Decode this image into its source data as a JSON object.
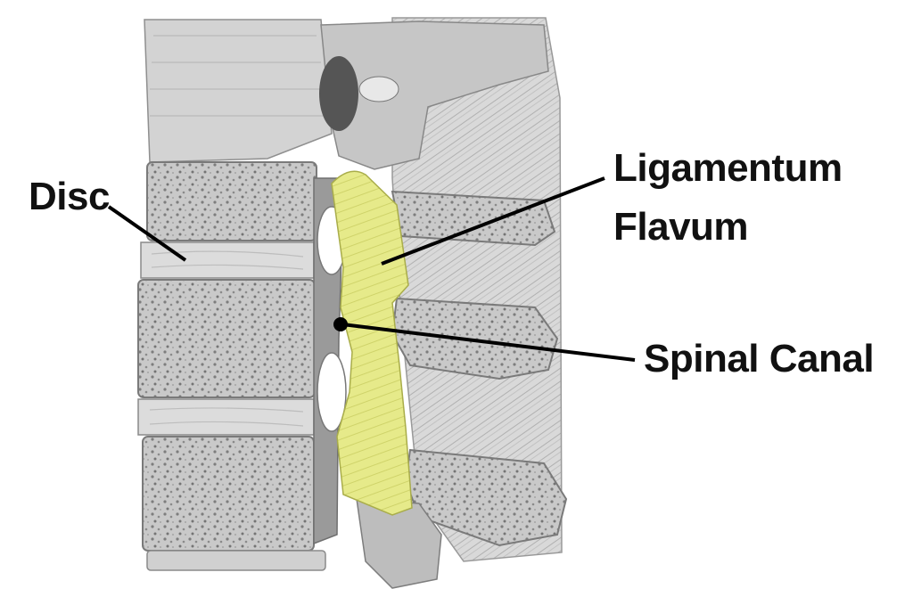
{
  "labels": {
    "disc": "Disc",
    "ligamentum_line1": "Ligamentum",
    "ligamentum_line2": "Flavum",
    "spinal_canal": "Spinal Canal"
  },
  "colors": {
    "highlight": "#e6ea8a",
    "bone": "#cfcfcf",
    "bone_dark": "#8c8c8c",
    "leader": "#000000"
  }
}
